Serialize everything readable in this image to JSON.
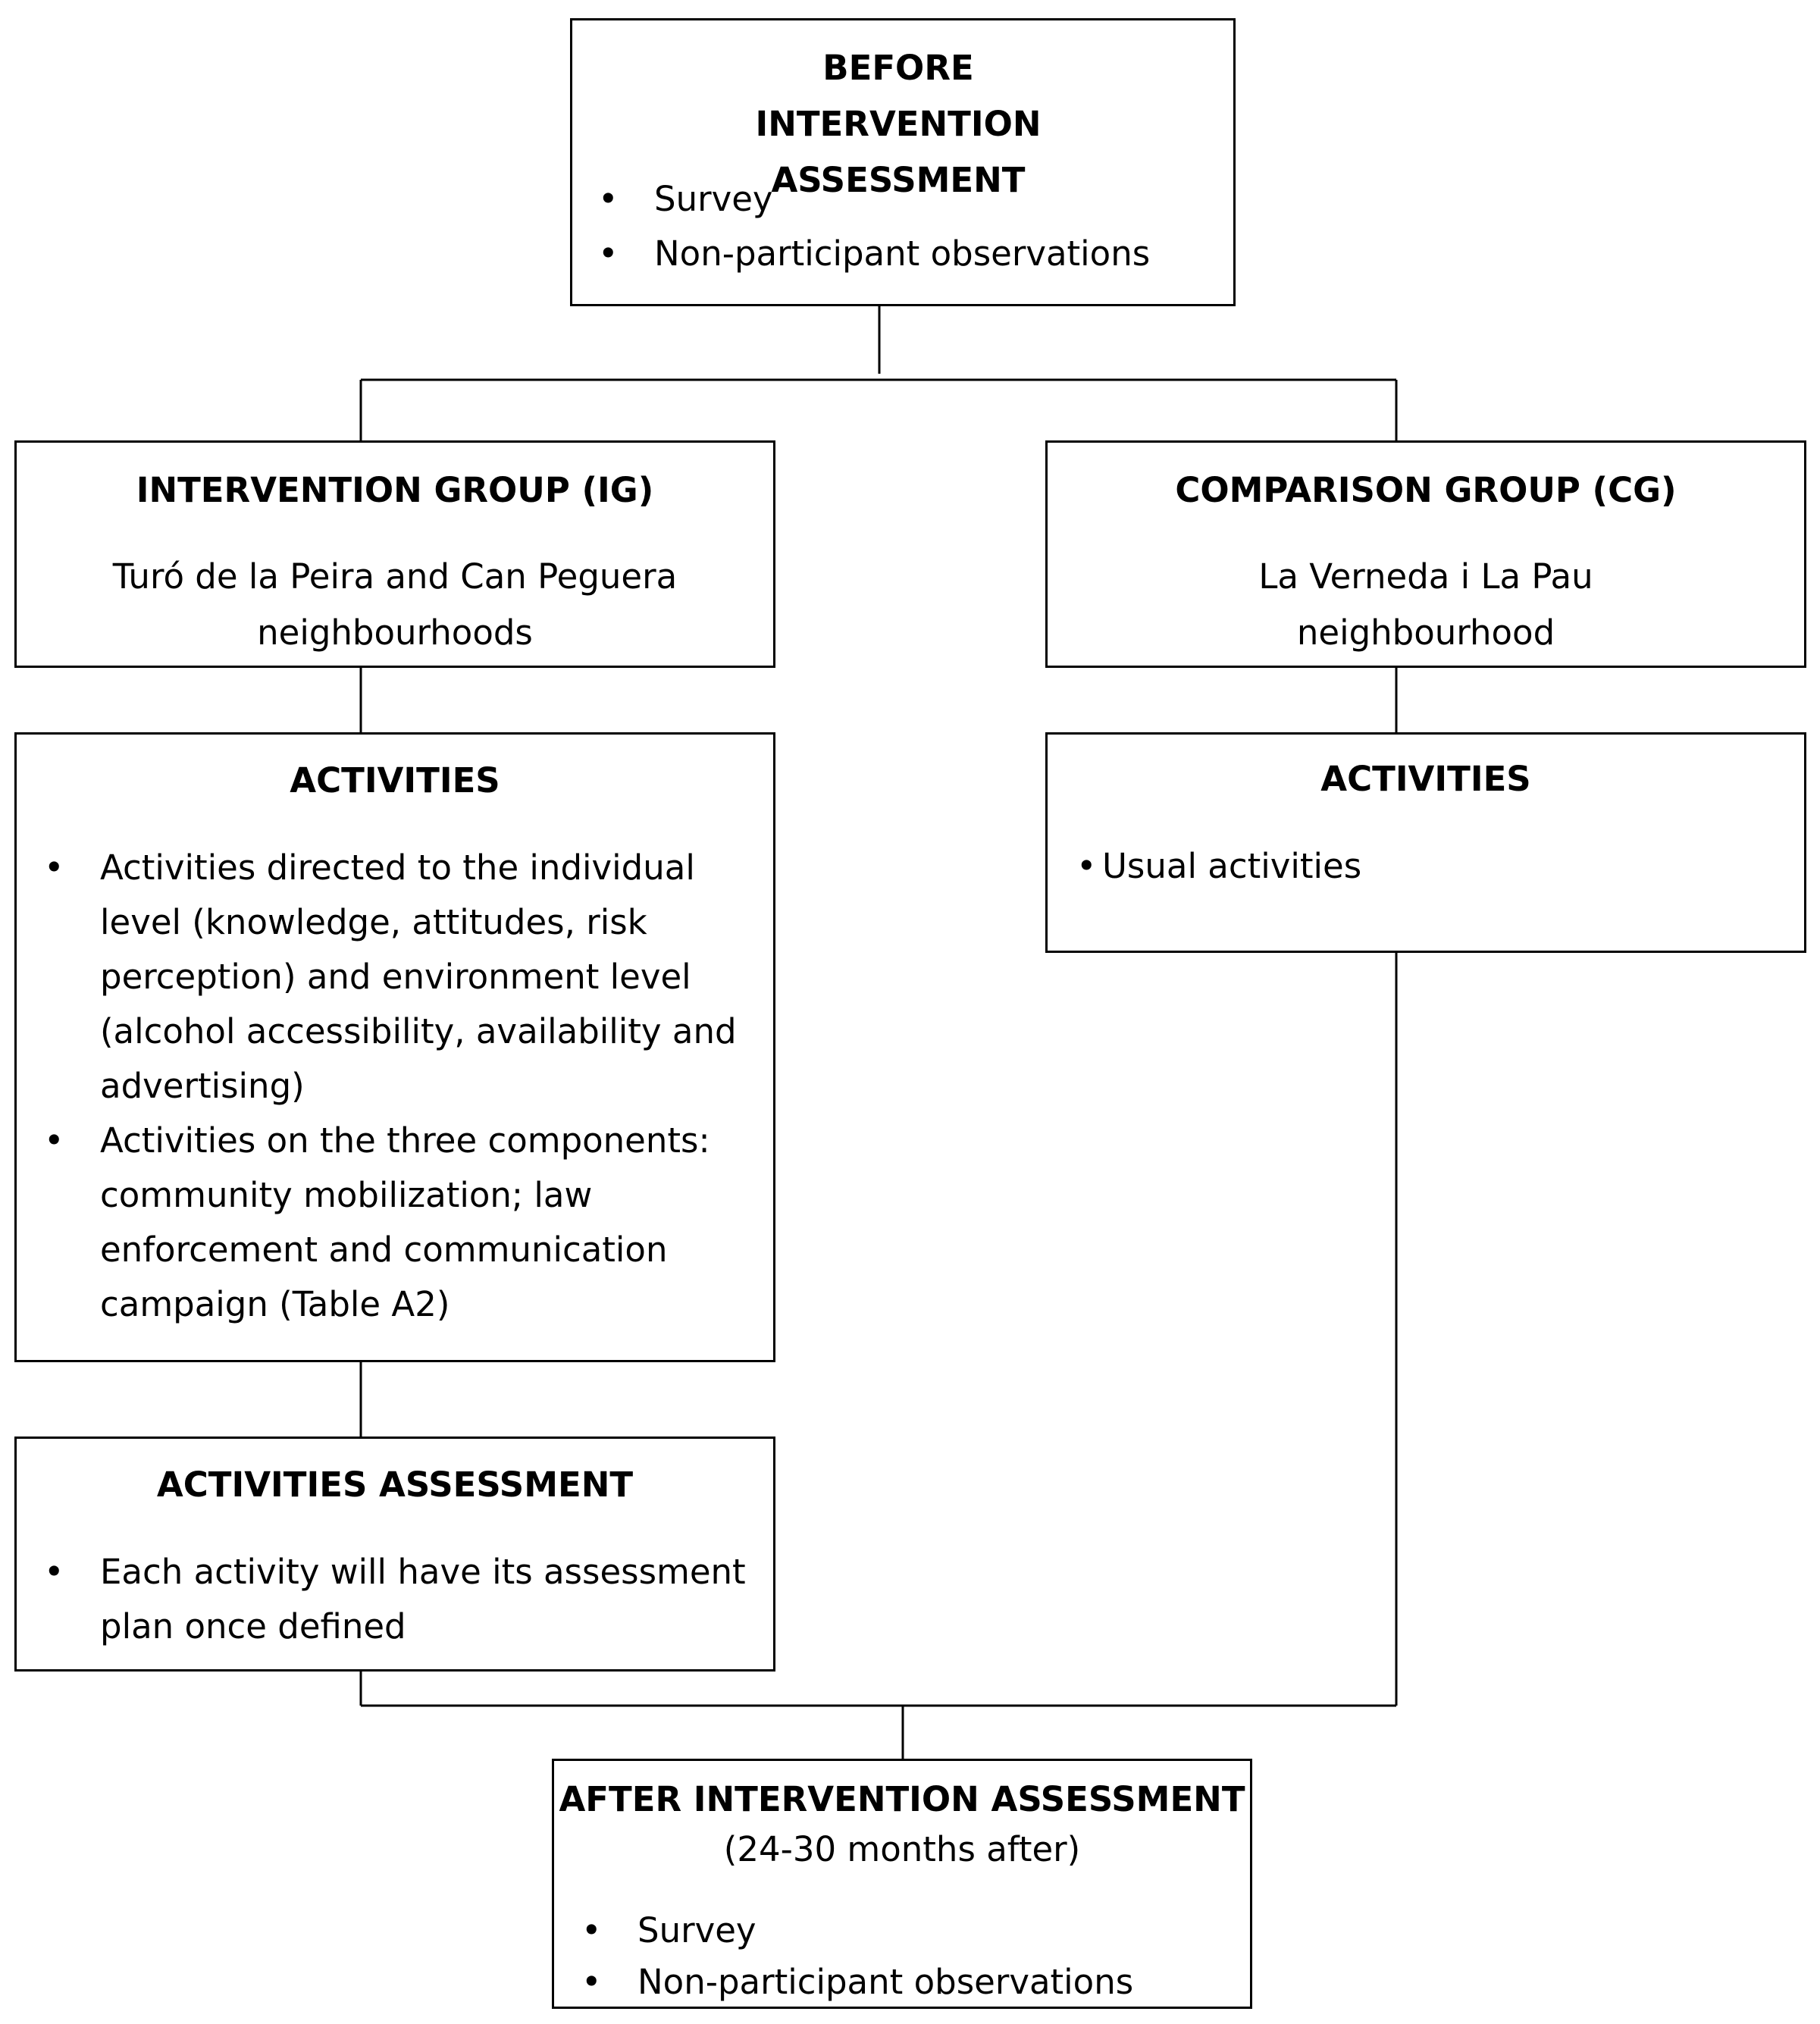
{
  "before": {
    "title": "BEFORE INTERVENTION ASSESSMENT",
    "items": [
      "Survey",
      "Non-participant observations"
    ]
  },
  "intervention_group": {
    "title": "INTERVENTION GROUP (IG)",
    "subtitle": "Turó de la Peira and Can Peguera neighbourhoods"
  },
  "comparison_group": {
    "title": "COMPARISON GROUP (CG)",
    "subtitle": "La Verneda i La Pau neighbourhood"
  },
  "ig_activities": {
    "title": "ACTIVITIES",
    "items": [
      "Activities directed to the individual level (knowledge, attitudes, risk perception) and environment level (alcohol accessibility, availability and advertising)",
      "Activities on the three components: community mobilization; law enforcement and communication campaign (Table A2)"
    ]
  },
  "cg_activities": {
    "title": "ACTIVITIES",
    "items": [
      "Usual activities"
    ]
  },
  "activities_assessment": {
    "title": "ACTIVITIES ASSESSMENT",
    "items": [
      "Each activity will have its assessment plan once defined"
    ]
  },
  "after": {
    "title": "AFTER INTERVENTION ASSESSMENT",
    "subtitle": "(24-30 months after)",
    "items": [
      "Survey",
      "Non-participant observations"
    ]
  },
  "bullet_glyph": "•"
}
